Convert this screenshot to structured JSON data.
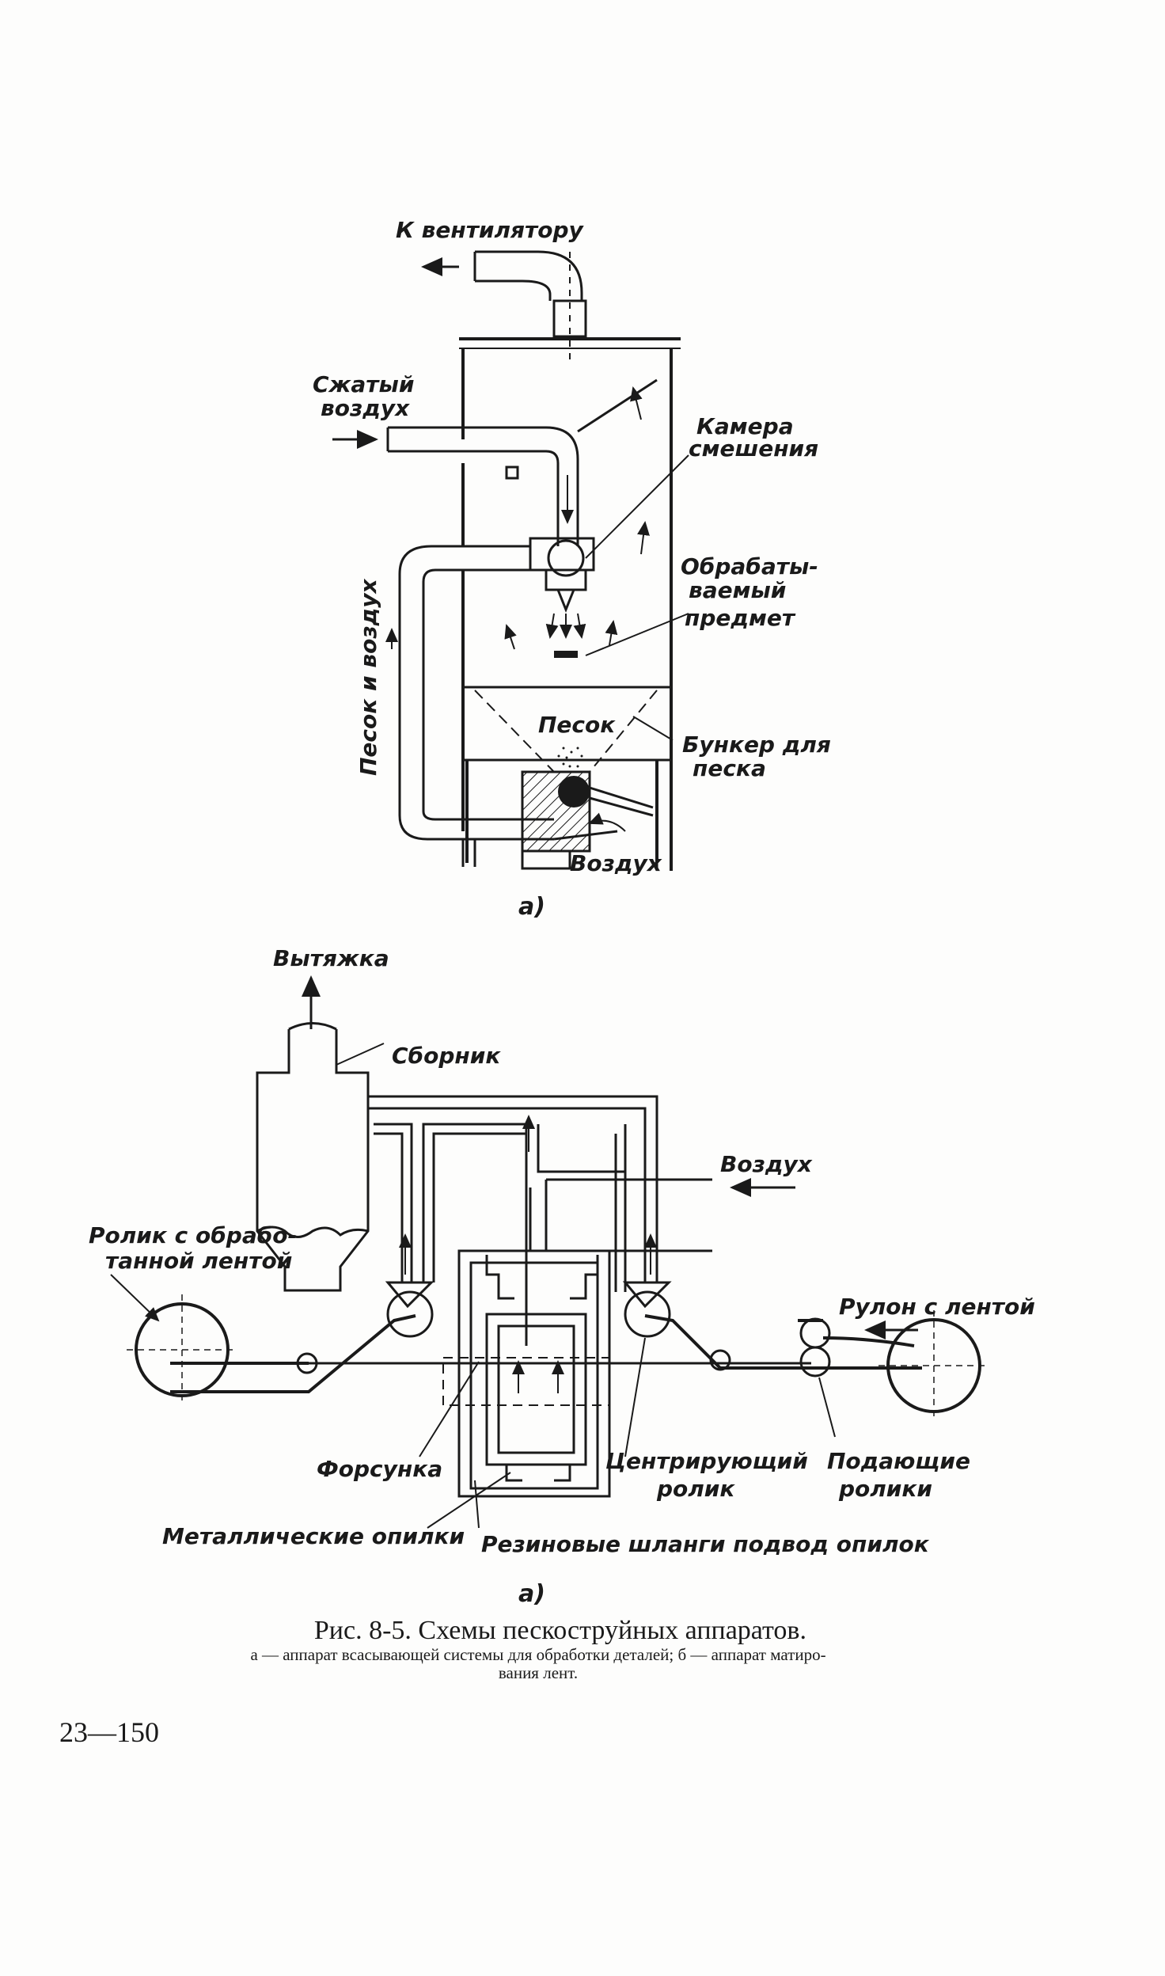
{
  "figure_a": {
    "to_fan": "К вентилятору",
    "compressed_air_1": "Сжатый",
    "compressed_air_2": "воздух",
    "mixing_chamber_1": "Камера",
    "mixing_chamber_2": "смешения",
    "workpiece_1": "Обрабаты-",
    "workpiece_2": "ваемый",
    "workpiece_3": "предмет",
    "sand_and_air": "Песок и воздух",
    "sand": "Песок",
    "sand_hopper_1": "Бункер для",
    "sand_hopper_2": "песка",
    "air": "Воздух",
    "panel_label": "а)"
  },
  "figure_b": {
    "exhaust": "Вытяжка",
    "collector": "Сборник",
    "air": "Воздух",
    "roller_processed_1": "Ролик с обрабо-",
    "roller_processed_2": "танной лентой",
    "roll_with_tape": "Рулон с лентой",
    "nozzle": "Форсунка",
    "centering_roller_1": "Центрирующий",
    "centering_roller_2": "ролик",
    "feed_rollers_1": "Подающие",
    "feed_rollers_2": "ролики",
    "metal_filings": "Металлические опилки",
    "rubber_hoses": "Резиновые шланги подвод опилок",
    "panel_label": "а)"
  },
  "caption": {
    "title": "Рис. 8-5. Схемы пескоструйных аппаратов.",
    "note_1": "а — аппарат всасывающей системы для обработки деталей; б — аппарат матиро-",
    "note_2": "вания лент."
  },
  "page_number": "23—150"
}
